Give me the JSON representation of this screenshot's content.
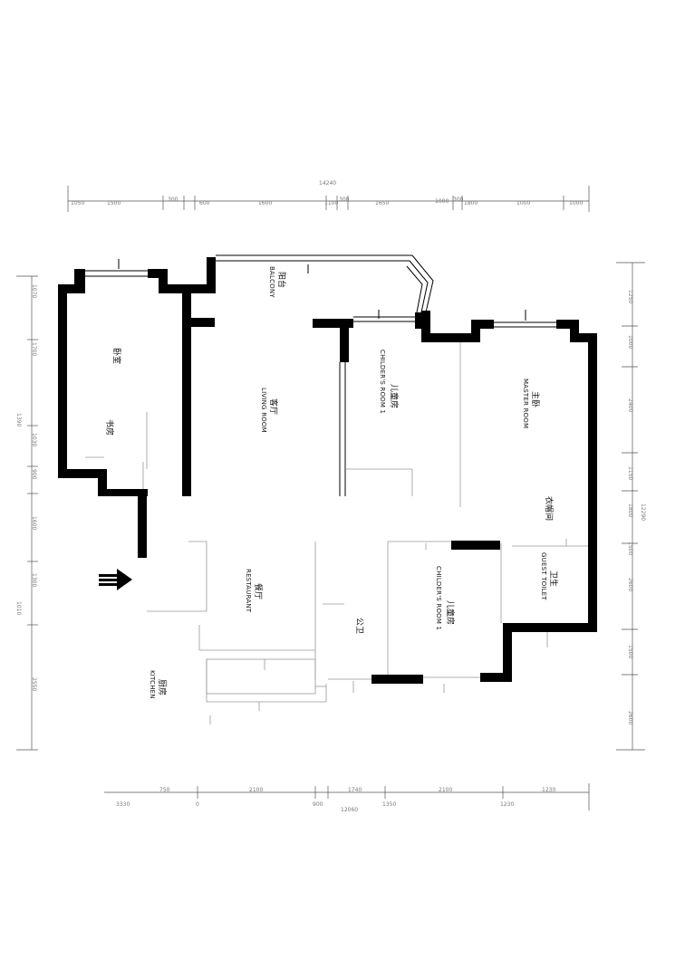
{
  "rooms": {
    "balcony": {
      "cn": "阳台",
      "en": "BALCONY"
    },
    "living_room": {
      "cn": "客厅",
      "en": "LIVING ROOM"
    },
    "childrens_room_1": {
      "cn": "儿童房",
      "en": "CHILDER'S ROOM 1"
    },
    "master_room": {
      "cn": "主卧",
      "en": "MASTER ROOM"
    },
    "restaurant": {
      "cn": "餐厅",
      "en": "RESTAURANT"
    },
    "childrens_room_2": {
      "cn": "儿童房",
      "en": "CHILDER'S ROOM 1"
    },
    "guest_toilet": {
      "cn": "卫生",
      "en": "GUEST TOILET"
    },
    "kitchen": {
      "cn": "厨房",
      "en": "KITCHEN"
    },
    "bedroom_left": {
      "cn": "卧室"
    },
    "study_left": {
      "cn": "书房"
    },
    "master_wardrobe": {
      "cn": "衣帽间"
    },
    "public_bath": {
      "cn": "公卫"
    }
  },
  "dimensions": {
    "top_total": "14240",
    "top": [
      "1050",
      "1500",
      "300",
      "600",
      "1600",
      "1100",
      "300",
      "1650",
      "1000",
      "300",
      "1800",
      "1000",
      "1000"
    ],
    "bottom_total": "12060",
    "bottom": [
      "3330",
      "750",
      "0",
      "2100",
      "900",
      "1740",
      "1350",
      "2100",
      "1230",
      "1230"
    ],
    "left": [
      "1070",
      "1700",
      "1390",
      "1030",
      "900",
      "1600",
      "1300",
      "2550"
    ],
    "left_total": "1010",
    "right": [
      "1250",
      "1000",
      "2400",
      "1150",
      "1800",
      "1500",
      "2600",
      "1500",
      "2600"
    ],
    "right_total": "12290"
  }
}
